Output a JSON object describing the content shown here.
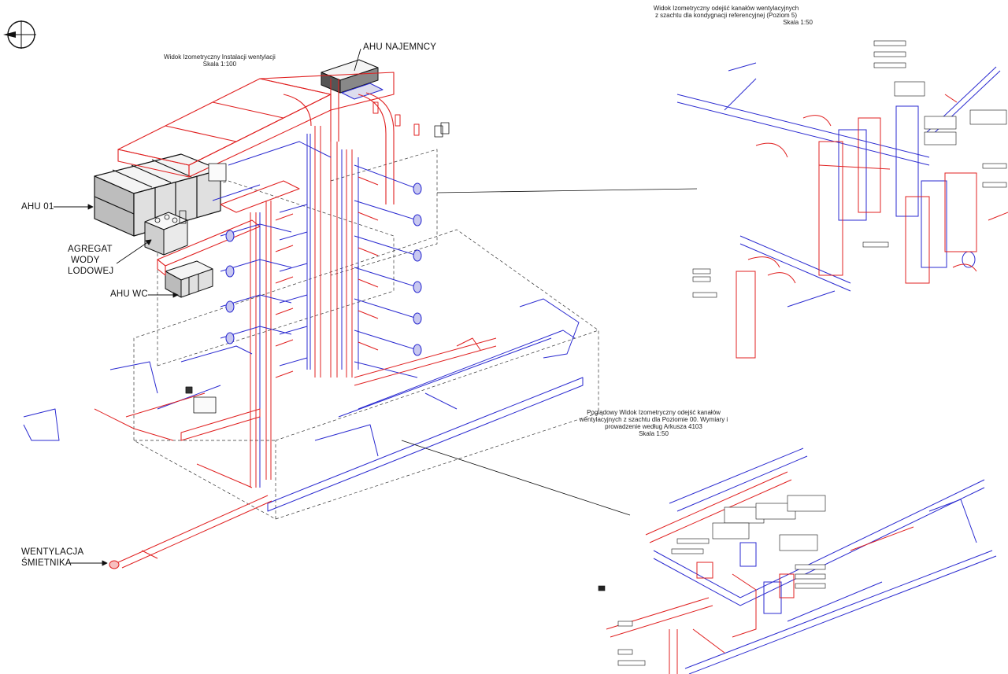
{
  "drawing": {
    "main_view": {
      "title": "Widok Izometryczny Instalacji wentylacji",
      "scale": "Skala 1:100"
    },
    "detail_upper": {
      "title_line1": "Widok Izometryczny odejść kanałów wentylacyjnych",
      "title_line2": "z szachtu dla  kondygnacji referencyjnej (Poziom 5)",
      "scale": "Skala 1:50"
    },
    "detail_lower": {
      "title_line1": "Poglądowy Widok Izometryczny odejść kanałów",
      "title_line2": "wentylacyjnych z szachtu dla Poziomie 00. Wymiary i",
      "title_line3": "prowadzenie według Arkusza 4103",
      "scale": "Skala 1:50"
    },
    "labels": {
      "ahu_najemcy": "AHU NAJEMNCY",
      "ahu_01": "AHU 01",
      "agregat_line1": "AGREGAT",
      "agregat_line2": "WODY",
      "agregat_line3": "LODOWEJ",
      "ahu_wc": "AHU WC",
      "wentylacja_line1": "WENTYLACJA",
      "wentylacja_line2": "ŚMIETNIKA"
    },
    "colors": {
      "supply": "#e02020",
      "exhaust": "#2a2ad0",
      "linework": "#111111",
      "background": "#ffffff"
    },
    "icons": [
      "north-arrow-icon"
    ]
  }
}
